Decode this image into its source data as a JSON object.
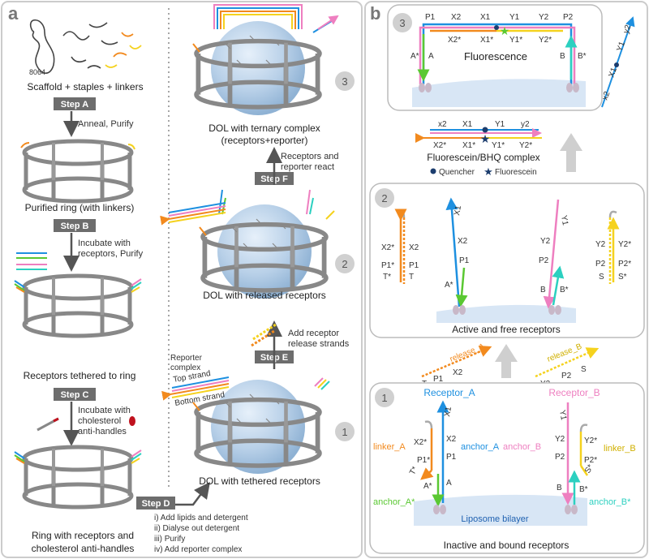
{
  "panel_a": {
    "label": "a",
    "left_steps": {
      "scaffold_caption": "Scaffold + staples + linkers",
      "scaffold_number": "8064",
      "step_a": {
        "tag": "Step A",
        "note": "Anneal, Purify"
      },
      "ring_caption": "Purified ring (with linkers)",
      "step_b": {
        "tag": "Step B",
        "note_line1": "Incubate with",
        "note_line2": "receptors, Purify"
      },
      "tethered_caption": "Receptors tethered to ring",
      "step_c": {
        "tag": "Step C",
        "note_line1": "Incubate with",
        "note_line2": "cholesterol",
        "note_line3": "anti-handles"
      },
      "chol_caption_line1": "Ring with receptors and",
      "chol_caption_line2": "cholesterol anti-handles"
    },
    "step_d": {
      "tag": "Step D",
      "items": [
        "i)  Add lipids and detergent",
        "ii)  Dialyse out detergent",
        "iii) Purify",
        "iv) Add reporter complex"
      ]
    },
    "right_states": {
      "state1": {
        "number": "1",
        "caption": "DOL with tethered receptors"
      },
      "reporter_labels": {
        "complex_line1": "Reporter",
        "complex_line2": "complex",
        "top": "Top strand",
        "bottom": "Bottom strand"
      },
      "step_e": {
        "tag": "Step E",
        "note_line1": "Add receptor",
        "note_line2": "release strands"
      },
      "state2": {
        "number": "2",
        "caption": "DOL with released receptors"
      },
      "step_f": {
        "tag": "Step F",
        "note_line1": "Receptors and",
        "note_line2": "reporter react"
      },
      "state3": {
        "number": "3",
        "caption_line1": "DOL with ternary complex",
        "caption_line2": "(receptors+reporter)"
      }
    }
  },
  "panel_b": {
    "label": "b",
    "box3": {
      "number": "3",
      "title": "Fluorescence",
      "labels": [
        "P1",
        "X2",
        "X1",
        "Y1",
        "Y2",
        "P2",
        "X2*",
        "X1*",
        "Y1*",
        "Y2*",
        "A*",
        "A",
        "B",
        "B*"
      ],
      "loose_strand": [
        "y2",
        "Y1",
        "X1",
        "x2"
      ]
    },
    "reporter": {
      "top": [
        "x2",
        "X1",
        "Y1",
        "y2"
      ],
      "bottom": [
        "X2*",
        "X1*",
        "Y1*",
        "Y2*"
      ],
      "caption": "Fluorescein/BHQ complex",
      "legend_quencher": "Quencher",
      "legend_fluorescein": "Fluorescein"
    },
    "box2": {
      "number": "2",
      "caption": "Active and free receptors",
      "left_release": [
        "X2*",
        "X2",
        "P1*",
        "P1",
        "T*",
        "T"
      ],
      "receptor_a": [
        "X1",
        "X2",
        "P1",
        "A*"
      ],
      "receptor_b": [
        "Y1",
        "Y2",
        "P2",
        "B",
        "B*"
      ],
      "right_release": [
        "Y2",
        "Y2*",
        "P2",
        "P2*",
        "S",
        "S*"
      ]
    },
    "release": {
      "a_name": "release_A",
      "a_parts": [
        "T",
        "P1",
        "X2"
      ],
      "b_name": "release_B",
      "b_parts": [
        "Y2",
        "P2",
        "S"
      ]
    },
    "box1": {
      "number": "1",
      "caption": "Inactive and bound receptors",
      "receptor_a": "Receptor_A",
      "receptor_b": "Receptor_B",
      "linker_a": "linker_A",
      "linker_b": "linker_B",
      "anchor_a": "anchor_A",
      "anchor_b": "anchor_B",
      "anchor_a_star": "anchor_A*",
      "anchor_b_star": "anchor_B*",
      "bilayer": "Liposome bilayer",
      "left_labels": [
        "X1",
        "X2",
        "P1",
        "A",
        "X2*",
        "P1*",
        "T*",
        "A*"
      ],
      "right_labels": [
        "Y1",
        "Y2",
        "P2",
        "B",
        "Y2*",
        "P2*",
        "S*",
        "B*"
      ]
    }
  },
  "colors": {
    "blue": "#1e90e0",
    "pink": "#ee7fc0",
    "green": "#5ac832",
    "teal": "#2cd0c0",
    "orange": "#f28a1e",
    "yellow": "#f5d21e",
    "navy": "#1c3d6e",
    "gray_arrow": "#555555",
    "step_box": "#6d6d6d",
    "cholesterol": "#c0121e"
  }
}
